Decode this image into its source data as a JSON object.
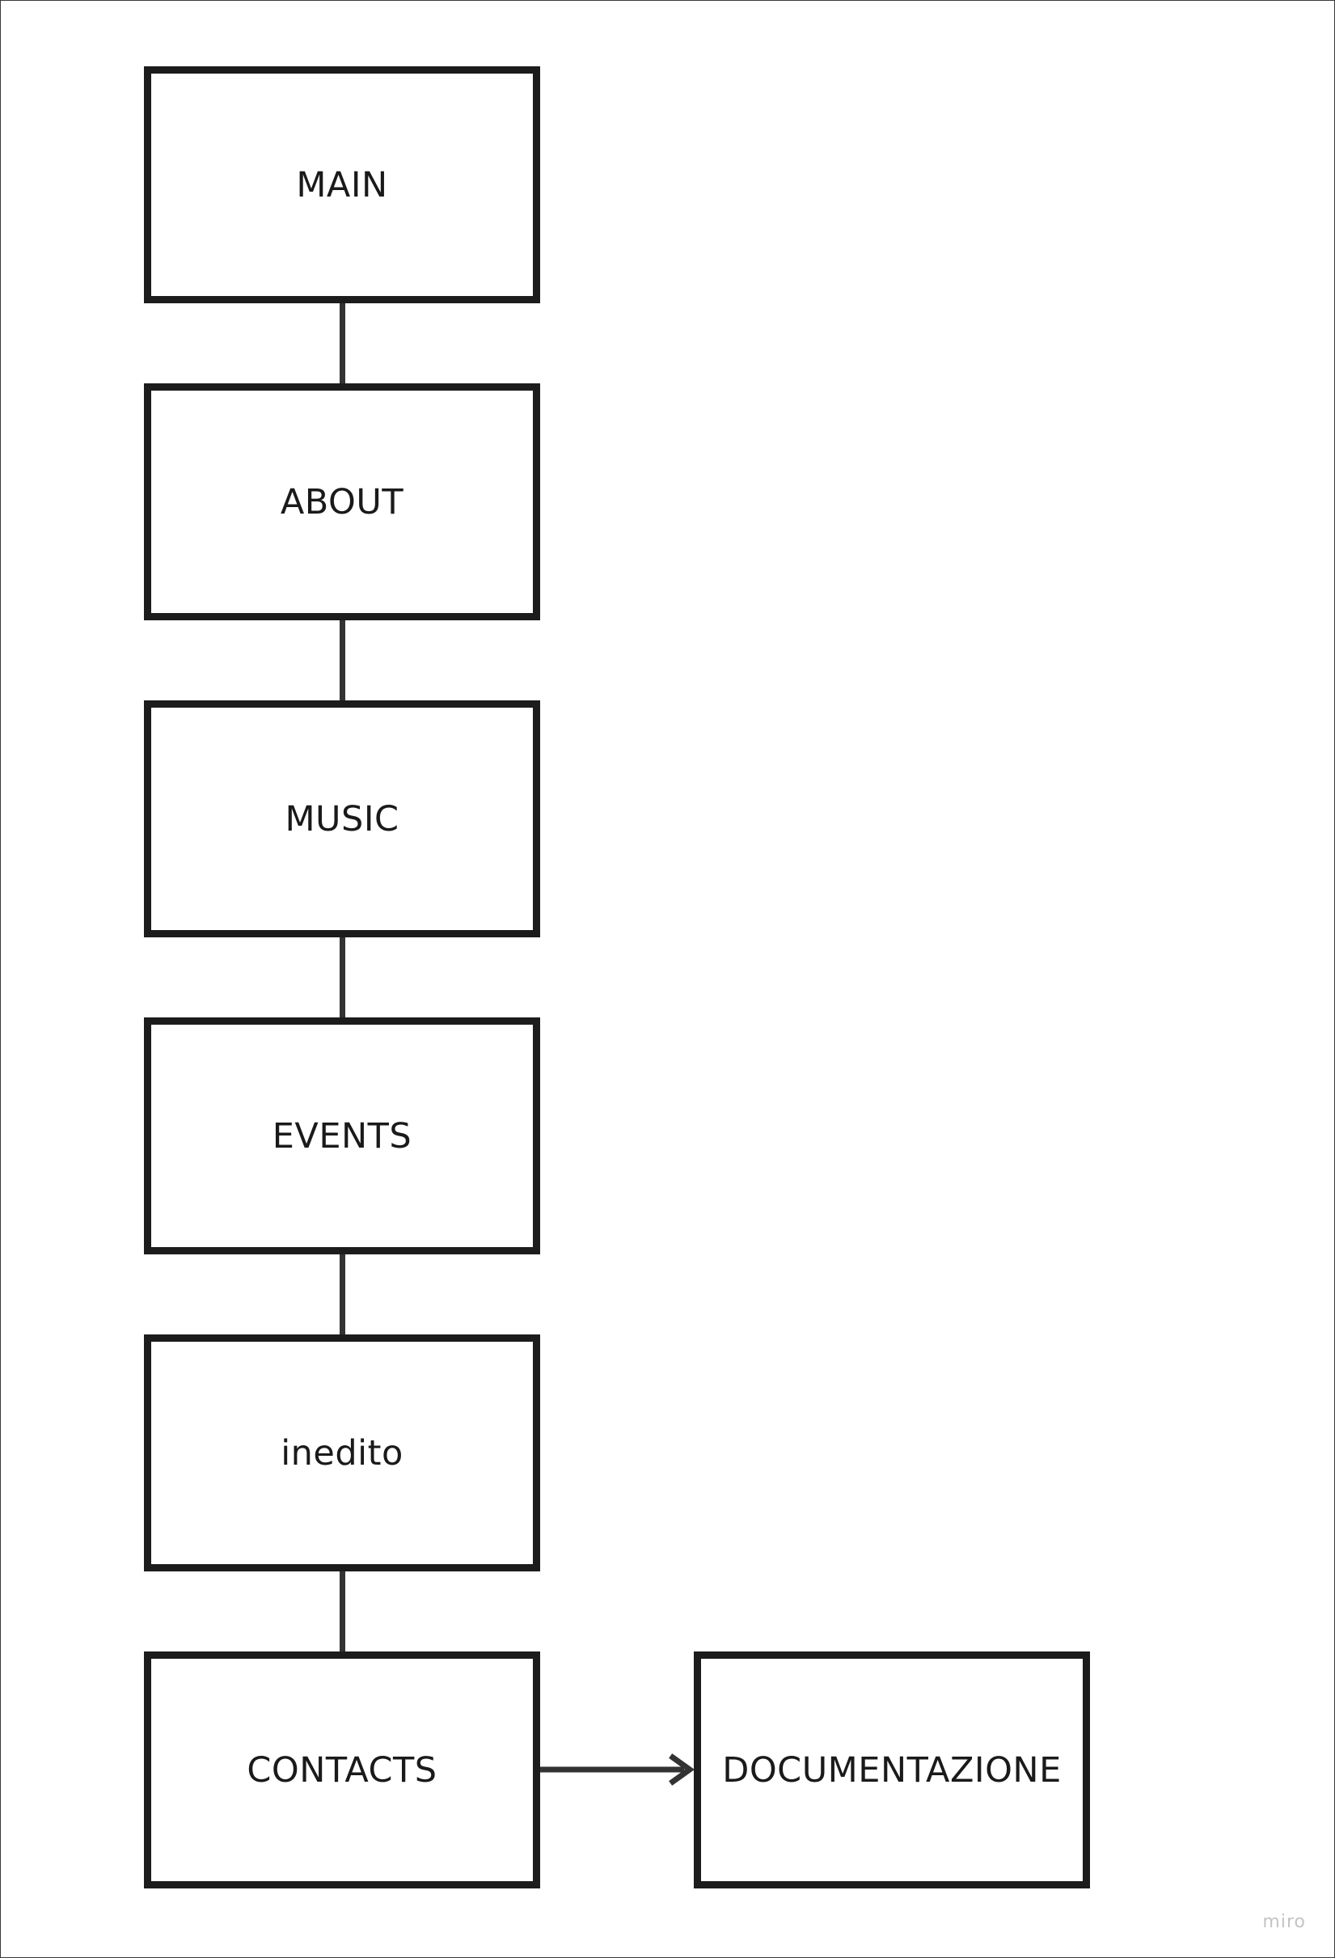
{
  "diagram": {
    "nodes": [
      {
        "id": "main",
        "label": "MAIN"
      },
      {
        "id": "about",
        "label": "ABOUT"
      },
      {
        "id": "music",
        "label": "MUSIC"
      },
      {
        "id": "events",
        "label": "EVENTS"
      },
      {
        "id": "inedito",
        "label": "inedito"
      },
      {
        "id": "contacts",
        "label": "CONTACTS"
      },
      {
        "id": "documentazione",
        "label": "DOCUMENTAZIONE"
      }
    ],
    "edges": [
      {
        "from": "main",
        "to": "about",
        "arrow": false
      },
      {
        "from": "about",
        "to": "music",
        "arrow": false
      },
      {
        "from": "music",
        "to": "events",
        "arrow": false
      },
      {
        "from": "events",
        "to": "inedito",
        "arrow": false
      },
      {
        "from": "inedito",
        "to": "contacts",
        "arrow": false
      },
      {
        "from": "contacts",
        "to": "documentazione",
        "arrow": true
      }
    ]
  },
  "watermark": "miro",
  "colors": {
    "border": "#1c1c1c",
    "connector": "#333333",
    "watermark": "#c4c4c4"
  }
}
